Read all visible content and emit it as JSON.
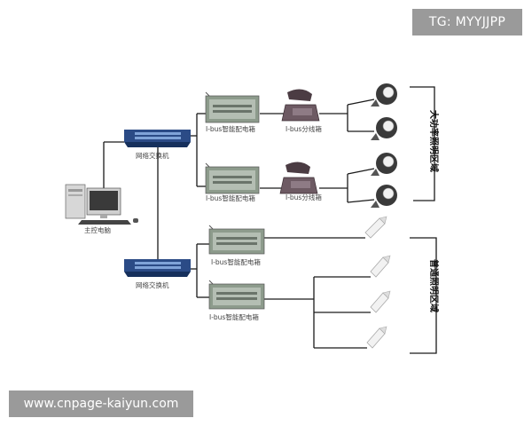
{
  "watermark": {
    "tag": "TG: MYYJJPP",
    "url": "www.cnpage-kaiyun.com"
  },
  "nodes": {
    "host": "主控电脑",
    "switch_top": "网络交换机",
    "switch_bottom": "网络交换机",
    "panel_1": "I-bus智能配电箱",
    "panel_2": "I-bus智能配电箱",
    "panel_3": "I-bus智能配电箱",
    "panel_4": "I-bus智能配电箱",
    "phone_1": "I-bus分线箱",
    "phone_2": "I-bus分线箱"
  },
  "zones": {
    "upper": "大功率照明区域",
    "lower": "普通照明区域"
  },
  "colors": {
    "switch": "#2b4b86",
    "line": "#1a1a1a",
    "badge": "#9a9a9a"
  }
}
